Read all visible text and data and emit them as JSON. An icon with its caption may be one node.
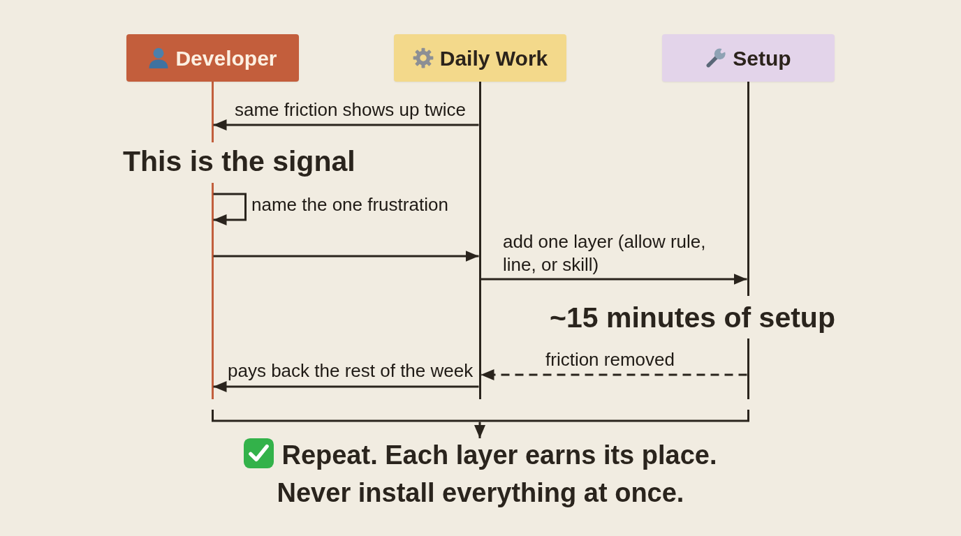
{
  "diagram": {
    "nodes": [
      {
        "text": [
          "Developer"
        ]
      },
      {
        "text": [
          "Daily Work"
        ]
      },
      {
        "text": [
          "Setup"
        ]
      },
      {
        "text": [],
        "shape": "line"
      },
      {
        "text": [],
        "shape": "line"
      },
      {
        "text": [],
        "shape": "line"
      },
      {
        "text": [],
        "shape": "bracket"
      },
      {
        "text": [
          "Repeat. Each layer earns its place. Never install everything at once."
        ]
      }
    ],
    "edges": [
      {
        "from": 4,
        "to": 3,
        "label": "same friction shows up twice",
        "arrow": "to"
      },
      {
        "from": 3,
        "to": 3,
        "label": "name the one frustration",
        "arrow": "to"
      },
      {
        "from": 3,
        "to": 4,
        "arrow": "to"
      },
      {
        "from": 4,
        "to": 5,
        "label": "add one layer (allow rule, line, or skill)",
        "arrow": "to"
      },
      {
        "from": 5,
        "to": 4,
        "label": "friction removed",
        "arrow": "to",
        "style": "dashed"
      },
      {
        "from": 4,
        "to": 3,
        "label": "pays back the rest of the week",
        "arrow": "to"
      },
      {
        "from": 6,
        "to": 7,
        "arrow": "to"
      }
    ],
    "labels": [
      "This is the signal",
      "~15 minutes of setup"
    ]
  }
}
